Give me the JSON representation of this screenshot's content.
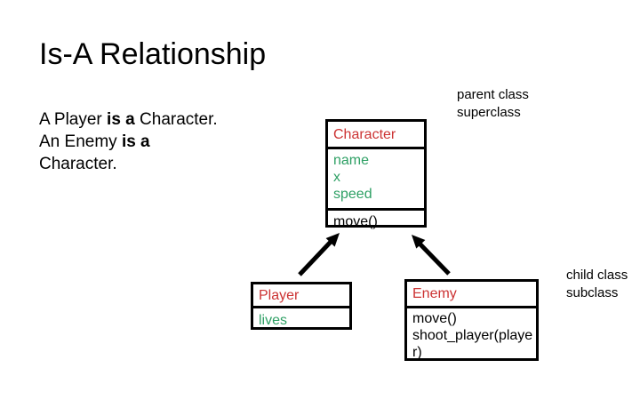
{
  "slide": {
    "title": "Is-A Relationship",
    "intro": {
      "lines": [
        {
          "pre": "A Player ",
          "bold": "is a",
          "post": " Character."
        },
        {
          "pre": "An Enemy ",
          "bold": "is a",
          "post": ""
        },
        {
          "pre": "Character.",
          "bold": "",
          "post": ""
        }
      ]
    }
  },
  "diagram": {
    "parent_label": {
      "line1": "parent class",
      "line2": "superclass"
    },
    "child_label": {
      "line1": "child class",
      "line2": "subclass"
    },
    "classes": {
      "character": {
        "name": "Character",
        "attributes": [
          "name",
          "x",
          "speed"
        ],
        "methods": [
          "move()"
        ]
      },
      "player": {
        "name": "Player",
        "attributes": [
          "lives"
        ]
      },
      "enemy": {
        "name": "Enemy",
        "methods": [
          "move()",
          "shoot_player(player)"
        ]
      }
    }
  },
  "colors": {
    "class_name_text": "#cc3333",
    "attribute_text": "#2fa065",
    "method_text": "#000000",
    "box_border": "#000000",
    "body_text": "#000000",
    "background": "#ffffff"
  }
}
